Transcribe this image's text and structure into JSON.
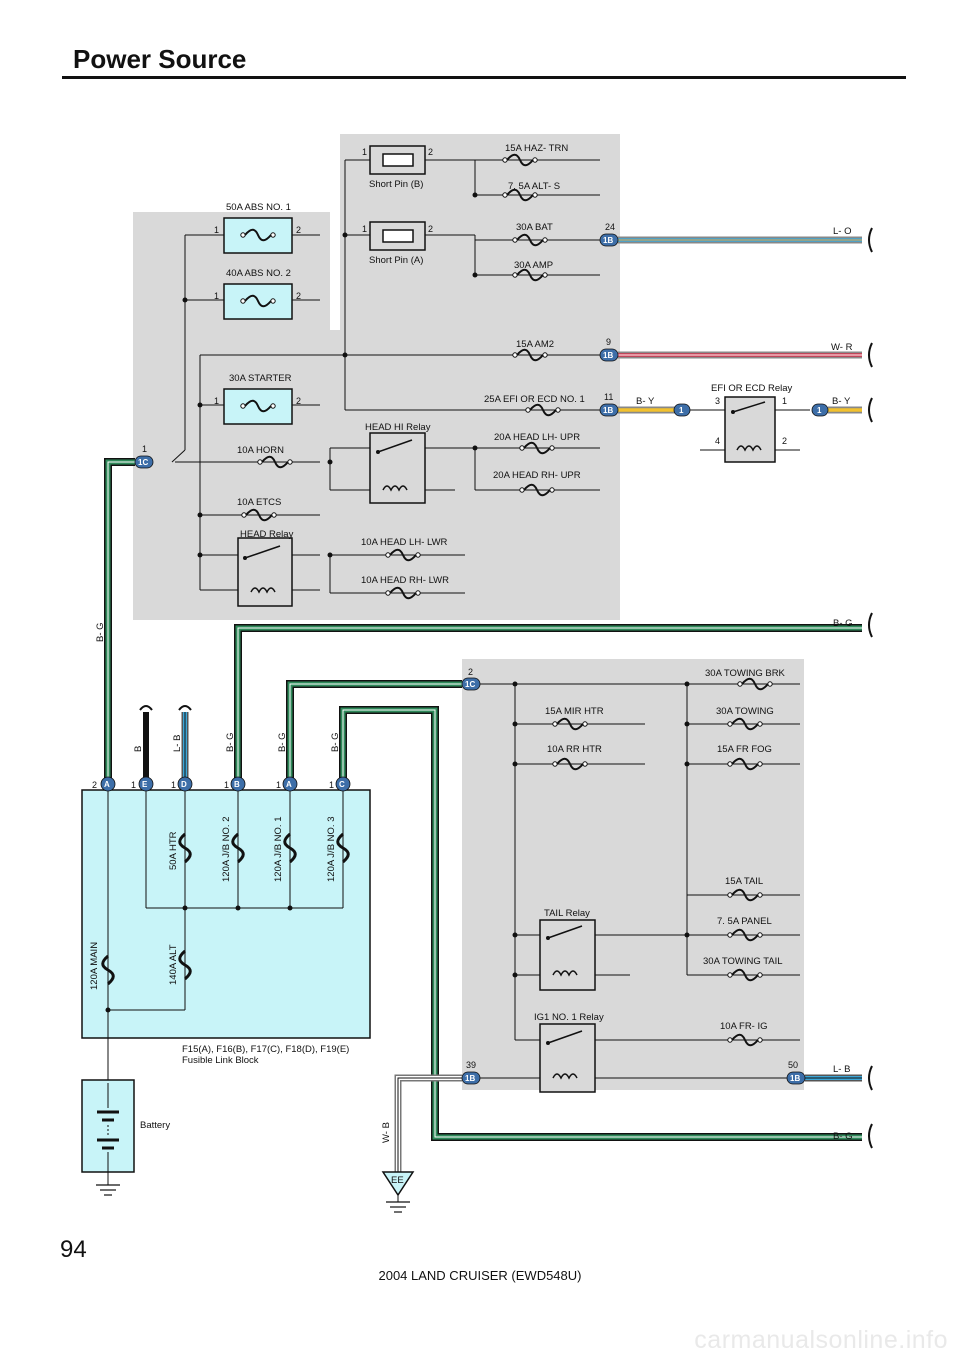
{
  "page": {
    "title": "Power Source",
    "page_number": "94",
    "footer": "2004 LAND CRUISER (EWD548U)",
    "watermark": "carmanualsonline.info"
  },
  "fuses": {
    "abs1": "50A ABS NO. 1",
    "abs2": "40A ABS NO. 2",
    "starter": "30A STARTER",
    "horn": "10A HORN",
    "etcs": "10A ETCS",
    "haz": "15A HAZ- TRN",
    "alts": "7. 5A ALT- S",
    "bat": "30A BAT",
    "amp": "30A AMP",
    "am2": "15A AM2",
    "efi": "25A EFI OR ECD NO. 1",
    "headlh_upr": "20A HEAD LH- UPR",
    "headrh_upr": "20A HEAD RH- UPR",
    "headlh_lwr": "10A HEAD LH- LWR",
    "headrh_lwr": "10A HEAD RH- LWR",
    "towing_brk": "30A TOWING BRK",
    "mir_htr": "15A MIR HTR",
    "towing": "30A TOWING",
    "rr_htr": "10A RR HTR",
    "fr_fog": "15A FR FOG",
    "tail": "15A TAIL",
    "panel": "7. 5A PANEL",
    "towing_tail": "30A TOWING TAIL",
    "fr_ig": "10A FR- IG"
  },
  "components": {
    "short_pin_b": "Short Pin (B)",
    "short_pin_a": "Short Pin (A)",
    "head_hi_relay": "HEAD HI Relay",
    "head_relay": "HEAD Relay",
    "efi_relay": "EFI OR ECD Relay",
    "tail_relay": "TAIL Relay",
    "ig1_relay": "IG1 NO. 1 Relay",
    "battery": "Battery",
    "fusible_line1": "F15(A), F16(B), F17(C), F18(D), F19(E)",
    "fusible_line2": "Fusible Link Block",
    "ground": "EE"
  },
  "fusible_links": {
    "main": "120A MAIN",
    "alt": "140A ALT",
    "htr": "50A HTR",
    "jb2": "120A J/B NO. 2",
    "jb1": "120A J/B NO. 1",
    "jb3": "120A J/B NO. 3"
  },
  "wires": {
    "lo": "L- O",
    "wr": "W- R",
    "by": "B- Y",
    "bg": "B- G",
    "lb": "L- B",
    "b": "B",
    "wb": "W- B"
  },
  "connectors": {
    "c1b": "1B",
    "c1c": "1C",
    "a": "A",
    "b": "B",
    "c": "C",
    "d": "D",
    "e": "E",
    "one": "1"
  },
  "pins": {
    "p1": "1",
    "p2": "2",
    "p3": "3",
    "p4": "4",
    "p9": "9",
    "p11": "11",
    "p24": "24",
    "p39": "39",
    "p50": "50"
  },
  "colors": {
    "box_gray": "#d9d9d9",
    "fuse_fill": "#c8f4f8",
    "wire_green": "#2e8a5a",
    "wire_blue": "#3da7d8",
    "wire_red": "#d0304a",
    "wire_yellow": "#f2c12e",
    "connector": "#3d6ea8"
  }
}
